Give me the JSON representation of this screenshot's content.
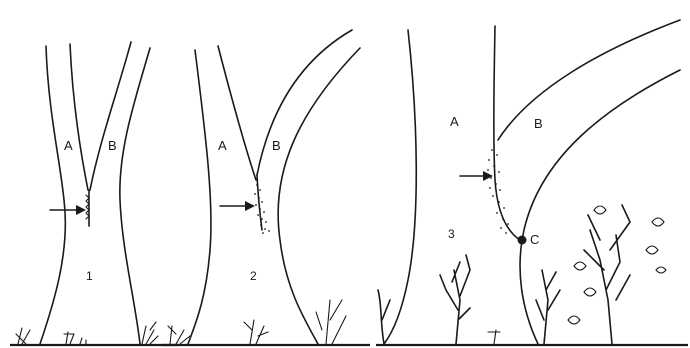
{
  "figure": {
    "panels": [
      {
        "number": "1",
        "stem_a_label": "A",
        "stem_b_label": "B"
      },
      {
        "number": "2",
        "stem_a_label": "A",
        "stem_b_label": "B"
      },
      {
        "number": "3",
        "stem_a_label": "A",
        "stem_b_label": "B",
        "point_label": "C"
      }
    ]
  }
}
